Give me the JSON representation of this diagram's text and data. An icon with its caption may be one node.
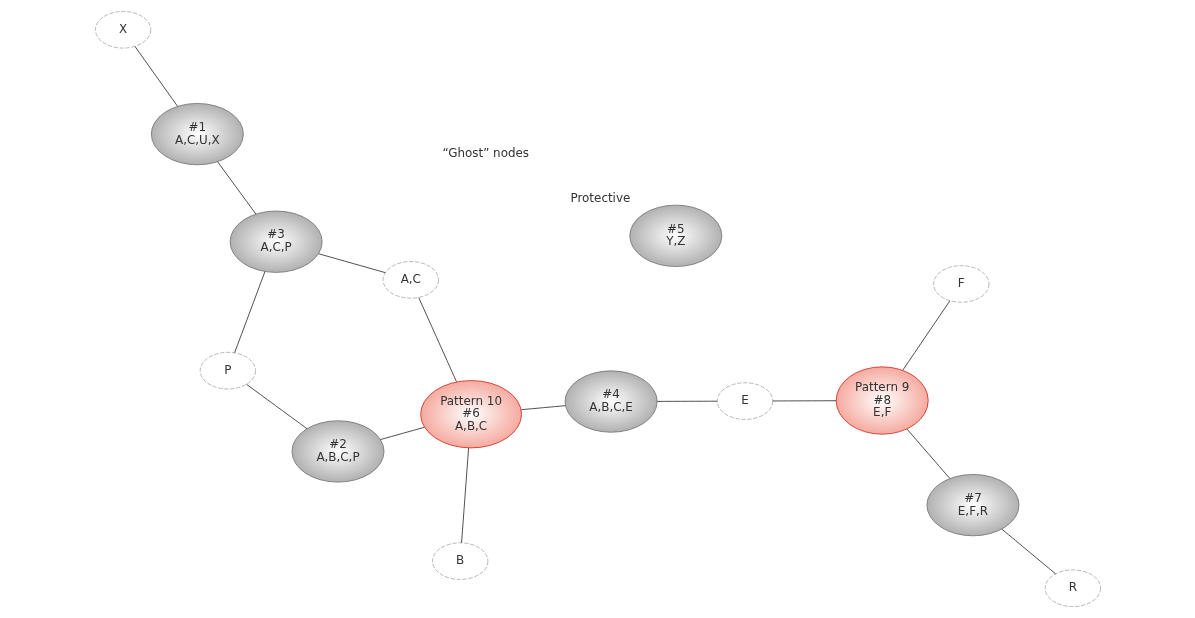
{
  "diagram": {
    "nodes": [
      {
        "text": [
          "#1",
          "A,C,U,X"
        ]
      },
      {
        "text": [
          "X"
        ]
      },
      {
        "text": [
          "#2",
          "A,B,C,P"
        ]
      },
      {
        "text": [
          "#4",
          "A,B,C,E"
        ]
      },
      {
        "text": [
          "#3",
          "A,C,P"
        ]
      },
      {
        "text": [
          "P"
        ]
      },
      {
        "text": [
          "Pattern 10",
          "#6",
          "A,B,C"
        ]
      },
      {
        "text": [
          "#5",
          "Y,Z"
        ],
        "beside": [
          "Protective"
        ]
      },
      {
        "text": [
          "#7",
          "E,F,R"
        ]
      },
      {
        "text": [
          "R"
        ]
      },
      {
        "text": [
          "A,C"
        ]
      },
      {
        "text": [
          "B"
        ]
      },
      {
        "text": [
          "Pattern 9",
          "#8",
          "E,F"
        ]
      },
      {
        "text": [
          "F"
        ]
      },
      {
        "text": [
          "E"
        ]
      }
    ],
    "edges": [
      {
        "from": 0,
        "to": 1,
        "arrow": "none"
      },
      {
        "from": 0,
        "to": 4,
        "arrow": "none"
      },
      {
        "from": 2,
        "to": 5,
        "arrow": "none"
      },
      {
        "from": 2,
        "to": 6,
        "arrow": "none"
      },
      {
        "from": 5,
        "to": 4,
        "arrow": "none"
      },
      {
        "from": 3,
        "to": 6,
        "arrow": "none"
      },
      {
        "from": 3,
        "to": 14,
        "arrow": "none"
      },
      {
        "from": 6,
        "to": 10,
        "arrow": "none"
      },
      {
        "from": 6,
        "to": 11,
        "arrow": "none"
      },
      {
        "from": 4,
        "to": 10,
        "arrow": "none"
      },
      {
        "from": 8,
        "to": 9,
        "arrow": "none"
      },
      {
        "from": 8,
        "to": 12,
        "arrow": "none"
      },
      {
        "from": 12,
        "to": 13,
        "arrow": "none"
      },
      {
        "from": 12,
        "to": 14,
        "arrow": "none"
      }
    ],
    "labels": [
      "“Ghost” nodes"
    ]
  }
}
